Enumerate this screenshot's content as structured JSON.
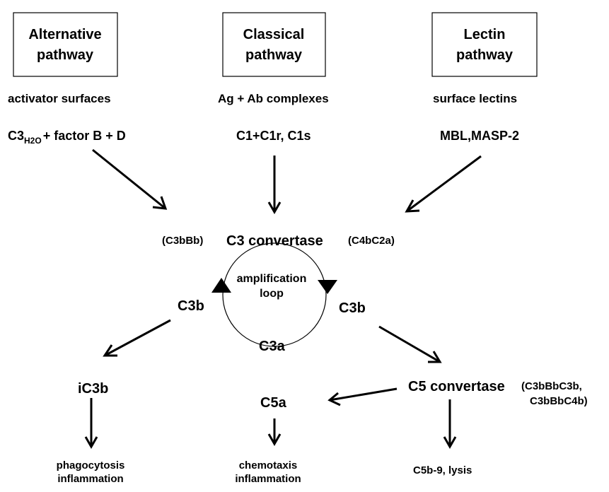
{
  "pathways": [
    {
      "title": [
        "Alternative",
        "pathway"
      ],
      "activator": "activator surfaces",
      "components": "+ factor B + D",
      "components_prefix": "C3",
      "components_sub": "H2O"
    },
    {
      "title": [
        "Classical",
        "pathway"
      ],
      "activator": "Ag + Ab complexes",
      "components": "C1+C1r, C1s"
    },
    {
      "title": [
        "Lectin",
        "pathway"
      ],
      "activator": "surface lectins",
      "components": "MBL,MASP-2"
    }
  ],
  "c3_convertase": {
    "label": "C3 convertase",
    "alt_form": "(C3bBb)",
    "classical_form": "(C4bC2a)"
  },
  "loop": {
    "label": [
      "amplification",
      "loop"
    ],
    "product_bottom": "C3a"
  },
  "c3b_left": "C3b",
  "c3b_right": "C3b",
  "ic3b": "iC3b",
  "ic3b_outcome": [
    "phagocytosis",
    "inflammation"
  ],
  "c5a": "C5a",
  "c5a_outcome": [
    "chemotaxis",
    "inflammation"
  ],
  "c5_convertase": {
    "label": "C5 convertase",
    "forms": [
      "(C3bBbC3b,",
      "C3bBbC4b)"
    ]
  },
  "c5_outcome": "C5b-9, lysis"
}
